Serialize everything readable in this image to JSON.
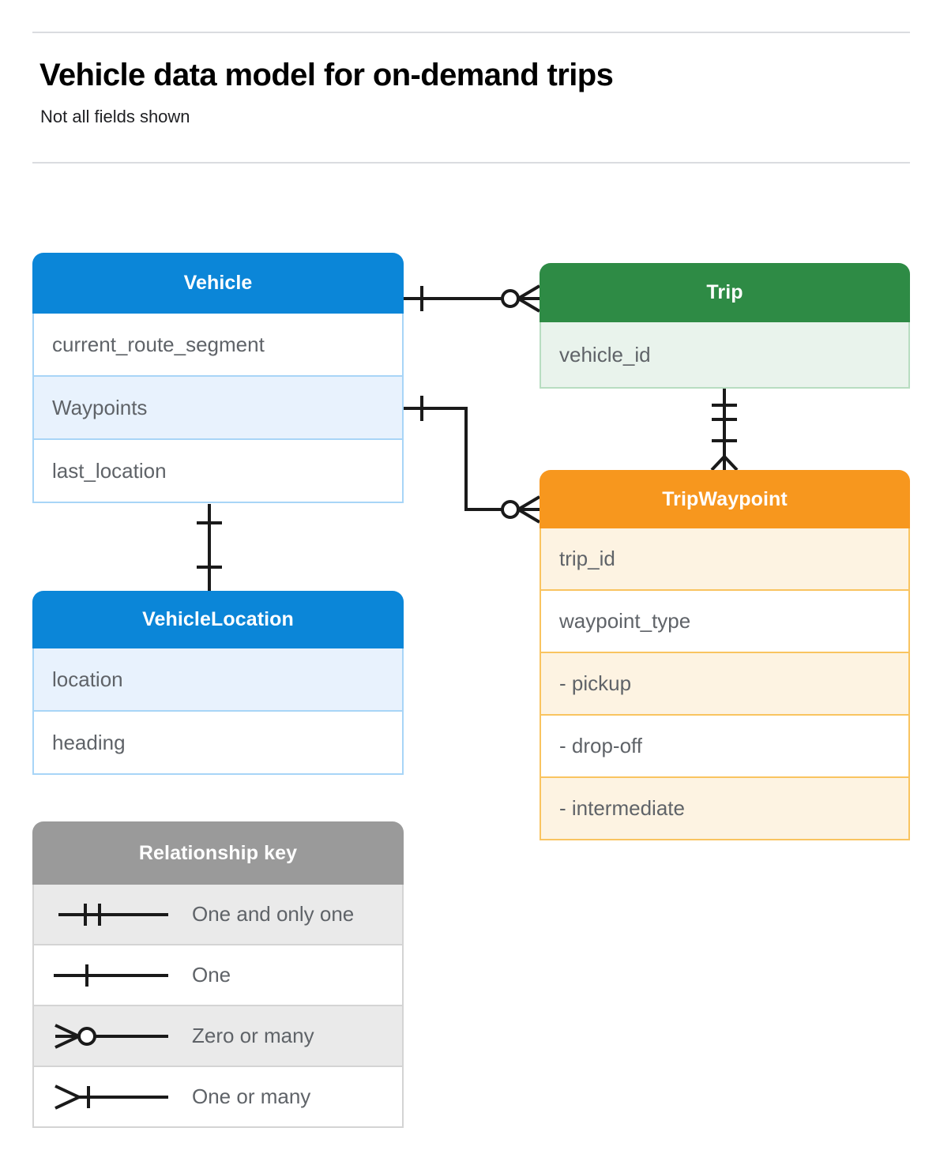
{
  "header": {
    "title": "Vehicle data model for on-demand trips",
    "subtitle": "Not all fields shown"
  },
  "entities": [
    {
      "id": "vehicle",
      "name": "Vehicle",
      "color": "#0b86d8",
      "rows": [
        {
          "label": "current_route_segment",
          "shaded": false
        },
        {
          "label": "Waypoints",
          "shaded": true
        },
        {
          "label": "last_location",
          "shaded": false
        }
      ]
    },
    {
      "id": "vehicle-location",
      "name": "VehicleLocation",
      "color": "#0b86d8",
      "rows": [
        {
          "label": "location",
          "shaded": true
        },
        {
          "label": "heading",
          "shaded": false
        }
      ]
    },
    {
      "id": "trip",
      "name": "Trip",
      "color": "#2e8b45",
      "rows": [
        {
          "label": "vehicle_id",
          "shaded": true
        }
      ]
    },
    {
      "id": "trip-waypoint",
      "name": "TripWaypoint",
      "color": "#f7971e",
      "rows": [
        {
          "label": "trip_id",
          "shaded": true
        },
        {
          "label": "waypoint_type",
          "shaded": false
        },
        {
          "label": "  -  pickup",
          "shaded": true
        },
        {
          "label": "  -  drop-off",
          "shaded": false
        },
        {
          "label": "  -  intermediate",
          "shaded": true
        }
      ]
    }
  ],
  "legend": {
    "title": "Relationship key",
    "color": "#9a9a9a",
    "rows": [
      {
        "symbol": "one-and-only-one-icon",
        "label": "One and only one",
        "shaded": true
      },
      {
        "symbol": "one-icon",
        "label": "One",
        "shaded": false
      },
      {
        "symbol": "zero-or-many-icon",
        "label": "Zero or many",
        "shaded": true
      },
      {
        "symbol": "one-or-many-icon",
        "label": "One or many",
        "shaded": false
      }
    ]
  },
  "relationships": [
    {
      "from": "Vehicle",
      "to": "Trip",
      "from_cardinality": "One",
      "to_cardinality": "Zero or many"
    },
    {
      "from": "Waypoints",
      "to": "TripWaypoint",
      "from_cardinality": "One",
      "to_cardinality": "Zero or many"
    },
    {
      "from": "Trip",
      "to": "TripWaypoint",
      "from_cardinality": "One and only one",
      "to_cardinality": "One or many"
    },
    {
      "from": "Vehicle",
      "to": "VehicleLocation",
      "from_cardinality": "One",
      "to_cardinality": "One"
    }
  ]
}
